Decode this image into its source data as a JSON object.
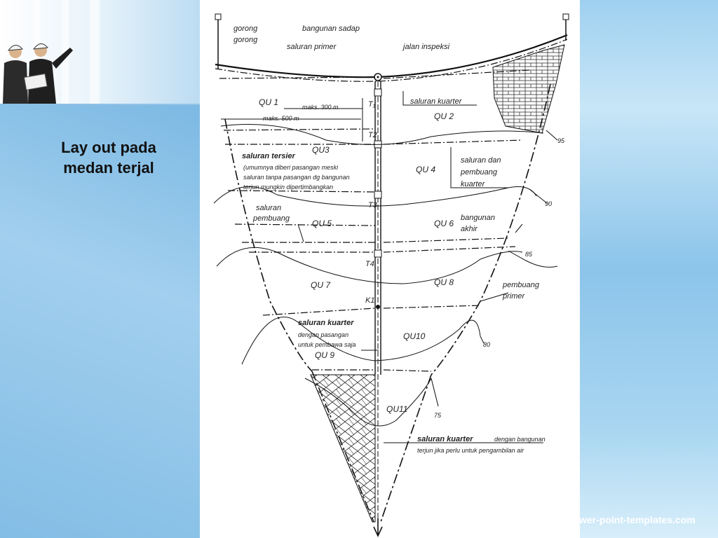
{
  "slide": {
    "title_line1": "Lay out pada",
    "title_line2": "medan terjal",
    "watermark": "wer-point-templates.com"
  },
  "diagram": {
    "labels": {
      "gorong1": "gorong",
      "gorong2": "gorong",
      "bangunan_sadap": "bangunan sadap",
      "saluran_primer": "saluran primer",
      "jalan_inspeksi": "jalan inspeksi",
      "qu1": "QU 1",
      "t1": "T₁",
      "saluran_kuarter_top": "saluran kuarter",
      "qu2": "QU 2",
      "maks300": "maks. 300 m",
      "maks500": "maks. 500 m",
      "t2": "T2",
      "contour95": "95",
      "saluran_tersier": "saluran tersier",
      "qu3": "QU3",
      "tersier_note1": "(umumnya diberi pasangan meski",
      "tersier_note2": "saluran tanpa pasangan dg bangunan",
      "tersier_note3": "terjun mungkin dipertimbangkan",
      "qu4": "QU 4",
      "saluran_dan1": "saluran dan",
      "saluran_dan2": "pembuang",
      "saluran_dan3": "kuarter",
      "t3": "T3",
      "contour90": "90",
      "saluran_pembuang1": "saluran",
      "saluran_pembuang2": "pembuang",
      "qu5": "QU 5",
      "qu6": "QU 6",
      "bangunan_akhir1": "bangunan",
      "bangunan_akhir2": "akhir",
      "contour85": "85",
      "t4": "T4",
      "qu7": "QU 7",
      "qu8": "QU 8",
      "pembuang_primer1": "pembuang",
      "pembuang_primer2": "primer",
      "k1": "K1",
      "saluran_kuarter_mid": "saluran kuarter",
      "dengan_pasangan": "dengan pasangan",
      "untuk_pembawa": "untuk pembawa saja",
      "qu10": "QU10",
      "contour80": "80",
      "qu9": "QU 9",
      "qu11": "QU11",
      "contour75": "75",
      "saluran_kuarter_bottom": "saluran kuarter",
      "dengan_bangunan": "dengan bangunan",
      "terjun_note": "terjun jika perlu  untuk pengambilan air"
    }
  }
}
